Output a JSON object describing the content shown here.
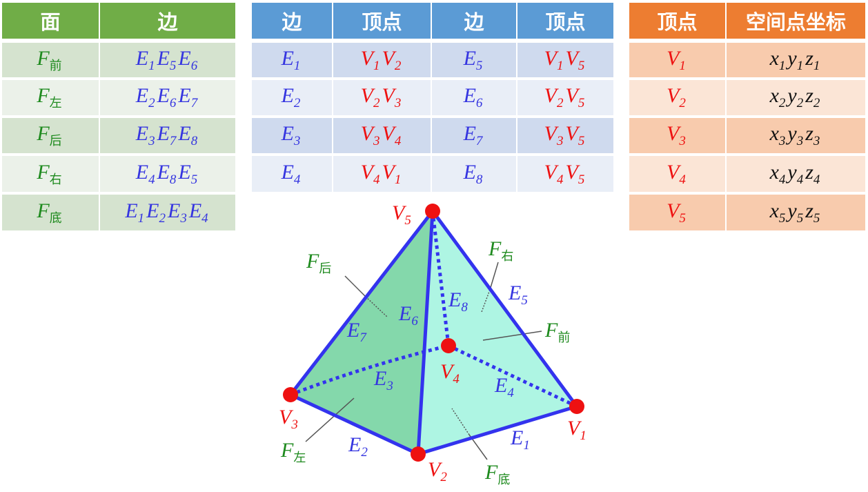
{
  "colors": {
    "face_header": "#70ad47",
    "edge_header": "#5b9bd5",
    "vertex_header": "#ed7d31",
    "edge_color": "#3333ee",
    "vertex_color": "#ee1111",
    "back_face": "#84d8ab",
    "front_face": "#aef5e3"
  },
  "face_table": {
    "headers": [
      "面",
      "边"
    ],
    "rows": [
      [
        [
          [
            "F",
            "前"
          ]
        ],
        [
          [
            "E",
            "1"
          ],
          [
            "E",
            "5"
          ],
          [
            "E",
            "6"
          ]
        ]
      ],
      [
        [
          [
            "F",
            "左"
          ]
        ],
        [
          [
            "E",
            "2"
          ],
          [
            "E",
            "6"
          ],
          [
            "E",
            "7"
          ]
        ]
      ],
      [
        [
          [
            "F",
            "后"
          ]
        ],
        [
          [
            "E",
            "3"
          ],
          [
            "E",
            "7"
          ],
          [
            "E",
            "8"
          ]
        ]
      ],
      [
        [
          [
            "F",
            "右"
          ]
        ],
        [
          [
            "E",
            "4"
          ],
          [
            "E",
            "8"
          ],
          [
            "E",
            "5"
          ]
        ]
      ],
      [
        [
          [
            "F",
            "底"
          ]
        ],
        [
          [
            "E",
            "1"
          ],
          [
            "E",
            "2"
          ],
          [
            "E",
            "3"
          ],
          [
            "E",
            "4"
          ]
        ]
      ]
    ]
  },
  "edge_table": {
    "headers": [
      "边",
      "顶点",
      "边",
      "顶点"
    ],
    "rows": [
      [
        [
          [
            "E",
            "1"
          ]
        ],
        [
          [
            "V",
            "1"
          ],
          [
            "V",
            "2"
          ]
        ],
        [
          [
            "E",
            "5"
          ]
        ],
        [
          [
            "V",
            "1"
          ],
          [
            "V",
            "5"
          ]
        ]
      ],
      [
        [
          [
            "E",
            "2"
          ]
        ],
        [
          [
            "V",
            "2"
          ],
          [
            "V",
            "3"
          ]
        ],
        [
          [
            "E",
            "6"
          ]
        ],
        [
          [
            "V",
            "2"
          ],
          [
            "V",
            "5"
          ]
        ]
      ],
      [
        [
          [
            "E",
            "3"
          ]
        ],
        [
          [
            "V",
            "3"
          ],
          [
            "V",
            "4"
          ]
        ],
        [
          [
            "E",
            "7"
          ]
        ],
        [
          [
            "V",
            "3"
          ],
          [
            "V",
            "5"
          ]
        ]
      ],
      [
        [
          [
            "E",
            "4"
          ]
        ],
        [
          [
            "V",
            "4"
          ],
          [
            "V",
            "1"
          ]
        ],
        [
          [
            "E",
            "8"
          ]
        ],
        [
          [
            "V",
            "4"
          ],
          [
            "V",
            "5"
          ]
        ]
      ]
    ]
  },
  "vertex_table": {
    "headers": [
      "顶点",
      "空间点坐标"
    ],
    "rows": [
      [
        [
          [
            "V",
            "1"
          ]
        ],
        [
          [
            "x",
            "1"
          ],
          [
            "y",
            "1"
          ],
          [
            "z",
            "1"
          ]
        ]
      ],
      [
        [
          [
            "V",
            "2"
          ]
        ],
        [
          [
            "x",
            "2"
          ],
          [
            "y",
            "2"
          ],
          [
            "z",
            "2"
          ]
        ]
      ],
      [
        [
          [
            "V",
            "3"
          ]
        ],
        [
          [
            "x",
            "3"
          ],
          [
            "y",
            "3"
          ],
          [
            "z",
            "3"
          ]
        ]
      ],
      [
        [
          [
            "V",
            "4"
          ]
        ],
        [
          [
            "x",
            "4"
          ],
          [
            "y",
            "4"
          ],
          [
            "z",
            "4"
          ]
        ]
      ],
      [
        [
          [
            "V",
            "5"
          ]
        ],
        [
          [
            "x",
            "5"
          ],
          [
            "y",
            "5"
          ],
          [
            "z",
            "5"
          ]
        ]
      ]
    ]
  },
  "diagram": {
    "vertices": [
      [
        [
          "V",
          "5"
        ]
      ],
      [
        [
          "V",
          "4"
        ]
      ],
      [
        [
          "V",
          "3"
        ]
      ],
      [
        [
          "V",
          "2"
        ]
      ],
      [
        [
          "V",
          "1"
        ]
      ]
    ],
    "edges": [
      [
        [
          "E",
          "1"
        ]
      ],
      [
        [
          "E",
          "2"
        ]
      ],
      [
        [
          "E",
          "3"
        ]
      ],
      [
        [
          "E",
          "4"
        ]
      ],
      [
        [
          "E",
          "5"
        ]
      ],
      [
        [
          "E",
          "6"
        ]
      ],
      [
        [
          "E",
          "7"
        ]
      ],
      [
        [
          "E",
          "8"
        ]
      ]
    ],
    "faces": [
      [
        [
          "F",
          "后"
        ]
      ],
      [
        [
          "F",
          "右"
        ]
      ],
      [
        [
          "F",
          "前"
        ]
      ],
      [
        [
          "F",
          "左"
        ]
      ],
      [
        [
          "F",
          "底"
        ]
      ]
    ]
  }
}
